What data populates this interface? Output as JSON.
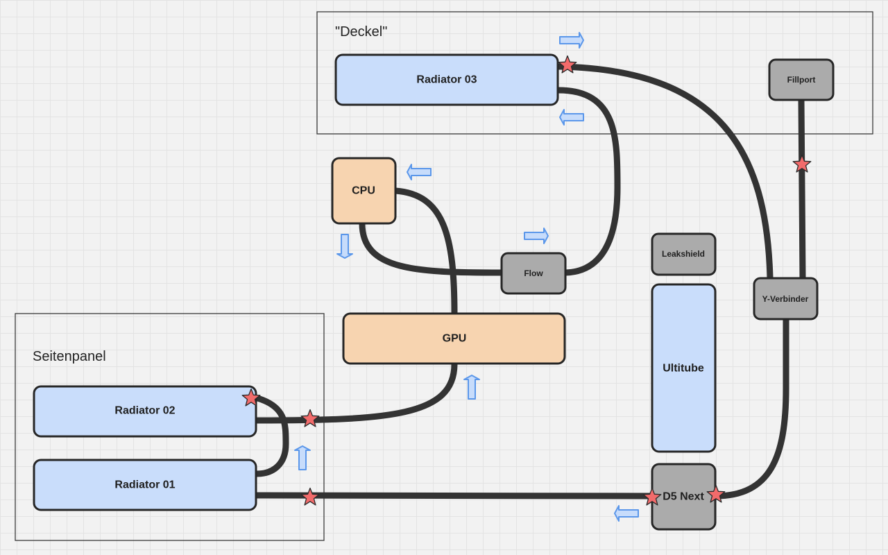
{
  "frames": {
    "deckel": "\"Deckel\"",
    "seitenpanel": "Seitenpanel"
  },
  "nodes": {
    "radiator_03": "Radiator 03",
    "radiator_02": "Radiator 02",
    "radiator_01": "Radiator 01",
    "cpu": "CPU",
    "gpu": "GPU",
    "flow": "Flow",
    "fillport": "Fillport",
    "leakshield": "Leakshield",
    "ultitube": "Ultitube",
    "y_verbinder": "Y-Verbinder",
    "d5_next": "D5 Next"
  },
  "colors": {
    "radiator_fill": "#c9ddfb",
    "component_fill": "#f7d4b0",
    "device_fill": "#ababab",
    "pipe": "#333333",
    "star_marker": "#f26b6b",
    "flow_arrow": "#5b97ea"
  },
  "markers": {
    "star_icon": "fitting-star-icon",
    "arrow_icon": "flow-direction-arrow-icon"
  }
}
